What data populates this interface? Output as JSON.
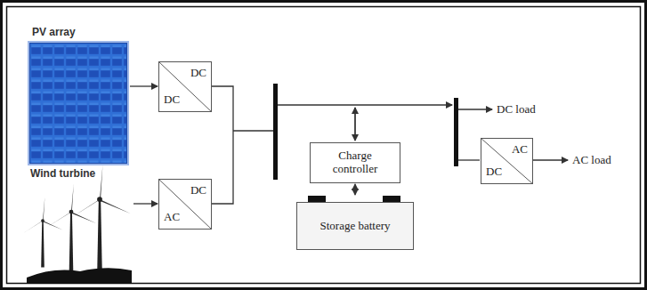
{
  "diagram": {
    "nodes": [
      {
        "text": [
          "DC",
          "DC"
        ]
      },
      {
        "text": [
          "DC",
          "AC"
        ]
      },
      {
        "text": [
          "Charge controller"
        ]
      },
      {
        "text": [
          "Storage battery"
        ]
      },
      {
        "text": [
          "AC",
          "DC"
        ]
      }
    ],
    "edges": [
      {
        "from": 2,
        "to": 3,
        "arrow": "both"
      }
    ],
    "labels": [
      "PV array",
      "Wind turbine",
      "DC load",
      "AC load"
    ]
  }
}
